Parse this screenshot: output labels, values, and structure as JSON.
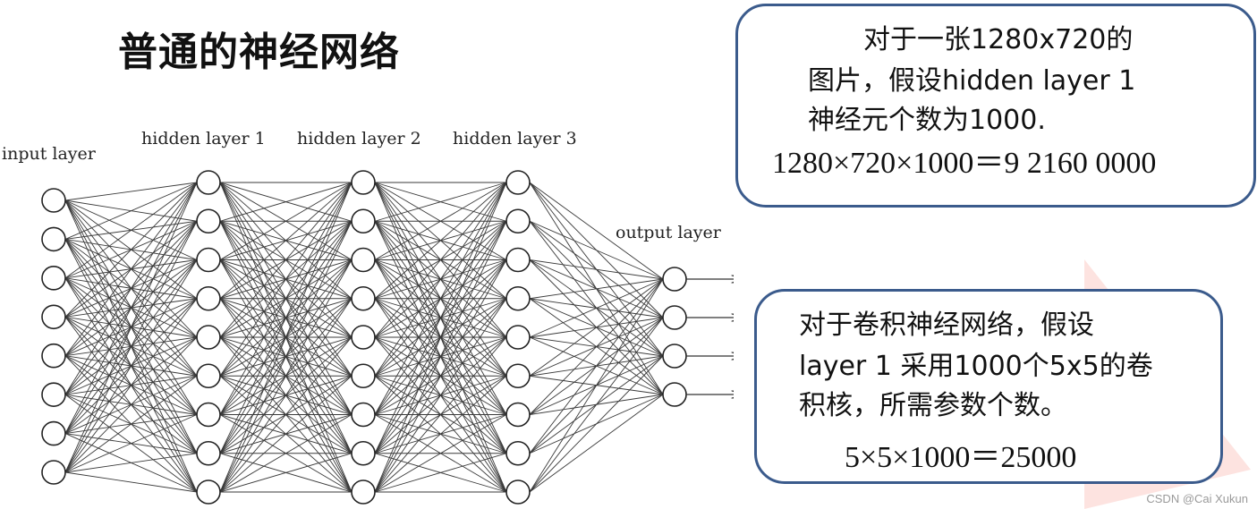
{
  "slide": {
    "title": "普通的神经网络",
    "watermark": "CSDN @Cai Xukun"
  },
  "network": {
    "layers": [
      {
        "label": "input layer",
        "nodes": 8
      },
      {
        "label": "hidden layer 1",
        "nodes": 9
      },
      {
        "label": "hidden layer 2",
        "nodes": 9
      },
      {
        "label": "hidden layer 3",
        "nodes": 9
      },
      {
        "label": "output layer",
        "nodes": 4
      }
    ]
  },
  "callouts": {
    "fully_connected": {
      "lines": [
        "对于一张1280x720的",
        "图片，假设hidden layer 1",
        "神经元个数为1000."
      ],
      "formula": "1280×720×1000＝9 2160 0000"
    },
    "convolutional": {
      "lines": [
        "对于卷积神经网络，假设",
        "layer 1 采用1000个5x5的卷",
        "积核，所需参数个数。"
      ],
      "formula": "5×5×1000＝25000"
    }
  },
  "colors": {
    "callout_border": "#3b5b8c",
    "triangle": "#fde3e0"
  }
}
